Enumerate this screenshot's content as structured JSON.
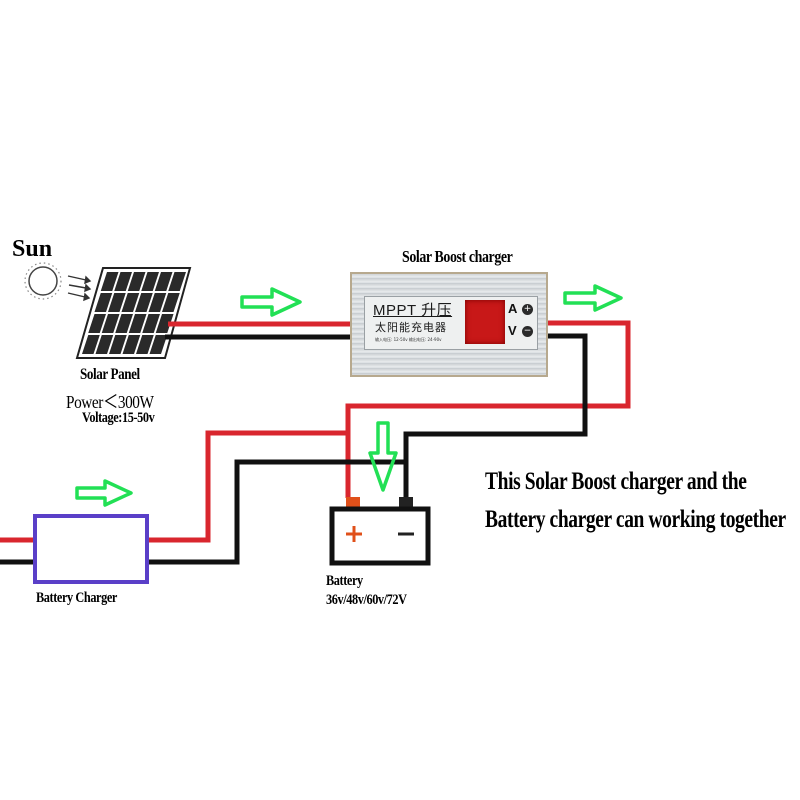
{
  "diagram": {
    "title": "Solar Boost charger",
    "sun": {
      "label": "Sun",
      "icon": "sun-icon"
    },
    "solar_panel": {
      "label": "Solar Panel",
      "power": "Power＜300W",
      "voltage": "Voltage:15-50v",
      "icon": "solar-panel-icon"
    },
    "boost_charger": {
      "brand": "MPPT 升压",
      "subtitle": "太阳能充电器",
      "spec_text": "输入电压: 12-50v    输出电压: 24-90v",
      "current_label": "A",
      "voltage_label": "V",
      "plus_button": "+",
      "minus_button": "−"
    },
    "battery_charger": {
      "label": "Battery Charger"
    },
    "battery": {
      "label": "Battery",
      "voltages": "36v/48v/60v/72V",
      "positive": "+",
      "negative": "−"
    },
    "note_line1": "This Solar Boost charger and the",
    "note_line2": "Battery charger can working together",
    "colors": {
      "positive_wire": "#d9262e",
      "negative_wire": "#111111",
      "flow_arrow": "#22e055",
      "charger_box": "#5a3fc8",
      "battery_terminal": "#e0501a"
    }
  }
}
